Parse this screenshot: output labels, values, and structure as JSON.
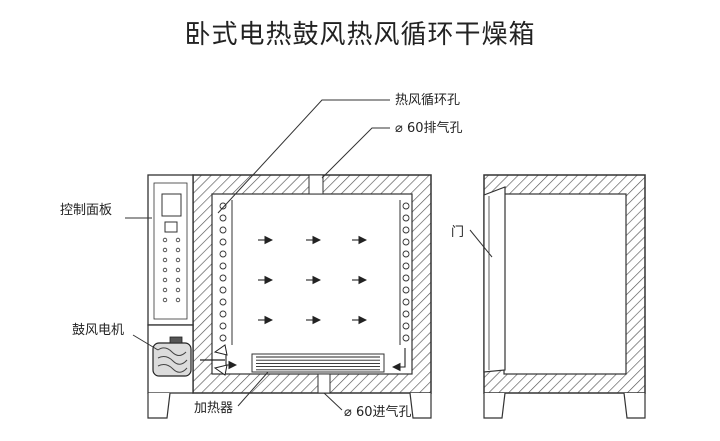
{
  "title": "卧式电热鼓风热风循环干燥箱",
  "labels": {
    "circulation_hole": "热风循环孔",
    "exhaust_hole": "⌀ 60排气孔",
    "control_panel": "控制面板",
    "door": "门",
    "fan_motor": "鼓风电机",
    "heater": "加热器",
    "inlet_hole": "⌀ 60进气孔"
  },
  "colors": {
    "line": "#333333",
    "hatch": "#555555"
  }
}
